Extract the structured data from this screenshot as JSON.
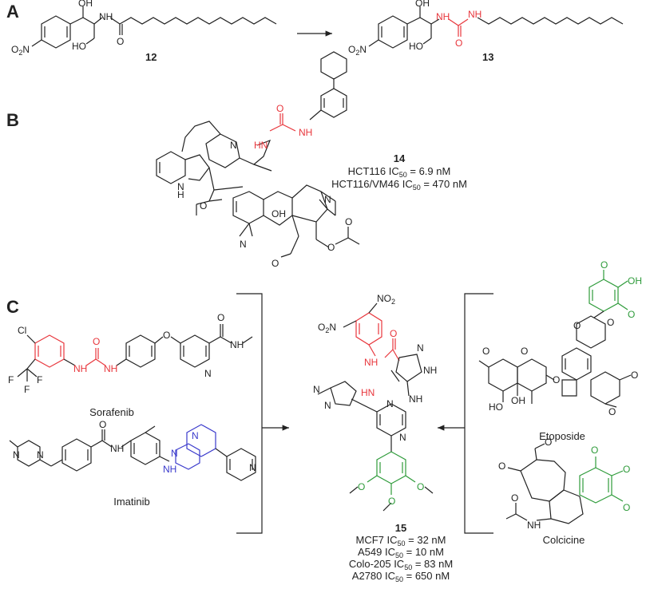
{
  "panels": {
    "a": "A",
    "b": "B",
    "c": "C"
  },
  "compounds": {
    "c12": "12",
    "c13": "13",
    "c14": "14",
    "c15": "15",
    "sorafenib": "Sorafenib",
    "imatinib": "Imatinib",
    "etoposide": "Etoposide",
    "colcicine": "Colcicine"
  },
  "atoms": {
    "OH": "OH",
    "NH": "NH",
    "N": "N",
    "H": "H",
    "O": "O",
    "HO": "HO",
    "HN": "HN",
    "Cl": "Cl",
    "F": "F",
    "NO2": "NO",
    "O2N": "O",
    "two": "2"
  },
  "activity_14": [
    {
      "cell": "HCT116 IC",
      "sub": "50",
      "val": " = 6.9 nM"
    },
    {
      "cell": "HCT116/VM46 IC",
      "sub": "50",
      "val": " = 470 nM"
    }
  ],
  "activity_15": [
    {
      "cell": "MCF7 IC",
      "sub": "50",
      "val": " = 32 nM"
    },
    {
      "cell": "A549 IC",
      "sub": "50",
      "val": " = 10 nM"
    },
    {
      "cell": "Colo-205 IC",
      "sub": "50",
      "val": " = 83 nM"
    },
    {
      "cell": "A2780 IC",
      "sub": "50",
      "val": " = 650 nM"
    }
  ],
  "colors": {
    "urea": "#e8363c",
    "aminopyrimidine": "#3a3acc",
    "trimethoxyphenyl": "#2e9b3a"
  }
}
